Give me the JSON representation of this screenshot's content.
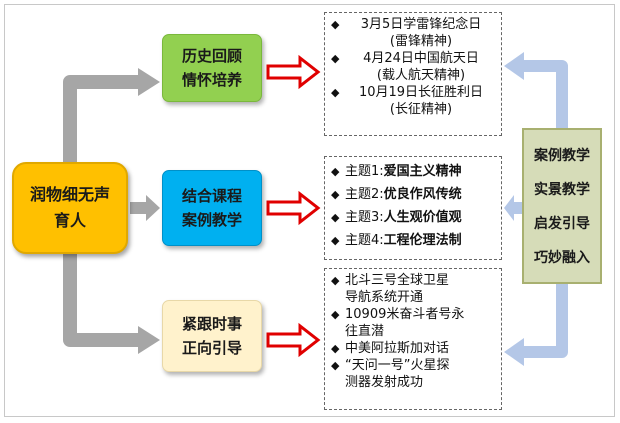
{
  "root": {
    "label_line1": "润物细无声",
    "label_line2": "育人"
  },
  "nodes": [
    {
      "line1": "历史回顾",
      "line2": "情怀培养"
    },
    {
      "line1": "结合课程",
      "line2": "案例教学"
    },
    {
      "line1": "紧跟时事",
      "line2": "正向引导"
    }
  ],
  "history_box": {
    "items": [
      {
        "line1": "3月5日学雷锋纪念日",
        "line2": "(雷锋精神)"
      },
      {
        "line1": "4月24日中国航天日",
        "line2": "(载人航天精神)"
      },
      {
        "line1": "10月19日长征胜利日",
        "line2": "(长征精神)"
      }
    ]
  },
  "theme_box": {
    "items": [
      {
        "prefix": "主题1:",
        "strong": "爱国主义精神"
      },
      {
        "prefix": "主题2:",
        "strong": "优良作风传统"
      },
      {
        "prefix": "主题3:",
        "strong": "人生观价值观"
      },
      {
        "prefix": "主题4:",
        "strong": "工程伦理法制"
      }
    ]
  },
  "news_box": {
    "items": [
      {
        "line1": "北斗三号全球卫星",
        "line2": "导航系统开通"
      },
      {
        "line1": "10909米奋斗者号永",
        "line2": "往直潜"
      },
      {
        "line1": "中美阿拉斯加对话",
        "line2": ""
      },
      {
        "line1": "“天问一号”火星探",
        "line2": "测器发射成功"
      }
    ]
  },
  "methods": [
    "案例教学",
    "实景教学",
    "启发引导",
    "巧妙融入"
  ],
  "bullet_symbol": "◆",
  "colors": {
    "root": "#ffc000",
    "node1": "#92d050",
    "node2": "#00b0f0",
    "node3": "#fff2cc",
    "red_arrow": "#e00000",
    "gray_arrow": "#a6a6a6",
    "blue_arrow": "#b4c7e7",
    "method_box": "#d6dcb8"
  }
}
